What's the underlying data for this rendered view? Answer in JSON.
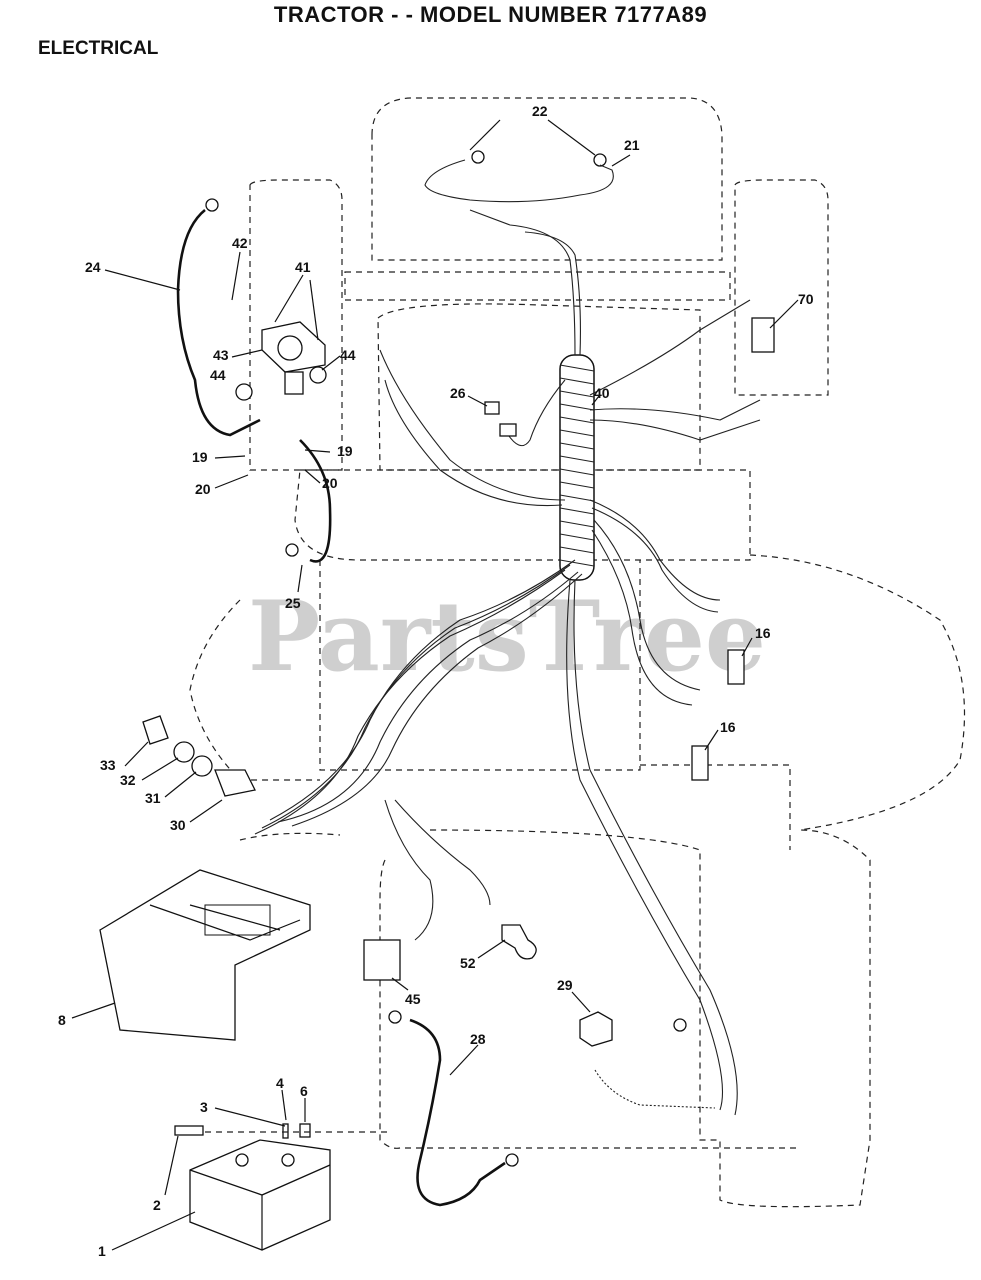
{
  "header": {
    "title": "TRACTOR - - MODEL NUMBER 7177A89",
    "section": "ELECTRICAL"
  },
  "watermark": {
    "text": "PartsTree"
  },
  "callouts": {
    "c1": "1",
    "c2": "2",
    "c3": "3",
    "c4": "4",
    "c6": "6",
    "c8": "8",
    "c16a": "16",
    "c16b": "16",
    "c19a": "19",
    "c19b": "19",
    "c20a": "20",
    "c20b": "20",
    "c21": "21",
    "c22": "22",
    "c24": "24",
    "c25": "25",
    "c26": "26",
    "c28": "28",
    "c29": "29",
    "c30": "30",
    "c31": "31",
    "c32": "32",
    "c33": "33",
    "c40": "40",
    "c41": "41",
    "c42": "42",
    "c43": "43",
    "c44a": "44",
    "c44b": "44",
    "c45": "45",
    "c52": "52",
    "c70": "70"
  },
  "colors": {
    "ink": "#111111",
    "watermark": "#cfcfcf"
  }
}
